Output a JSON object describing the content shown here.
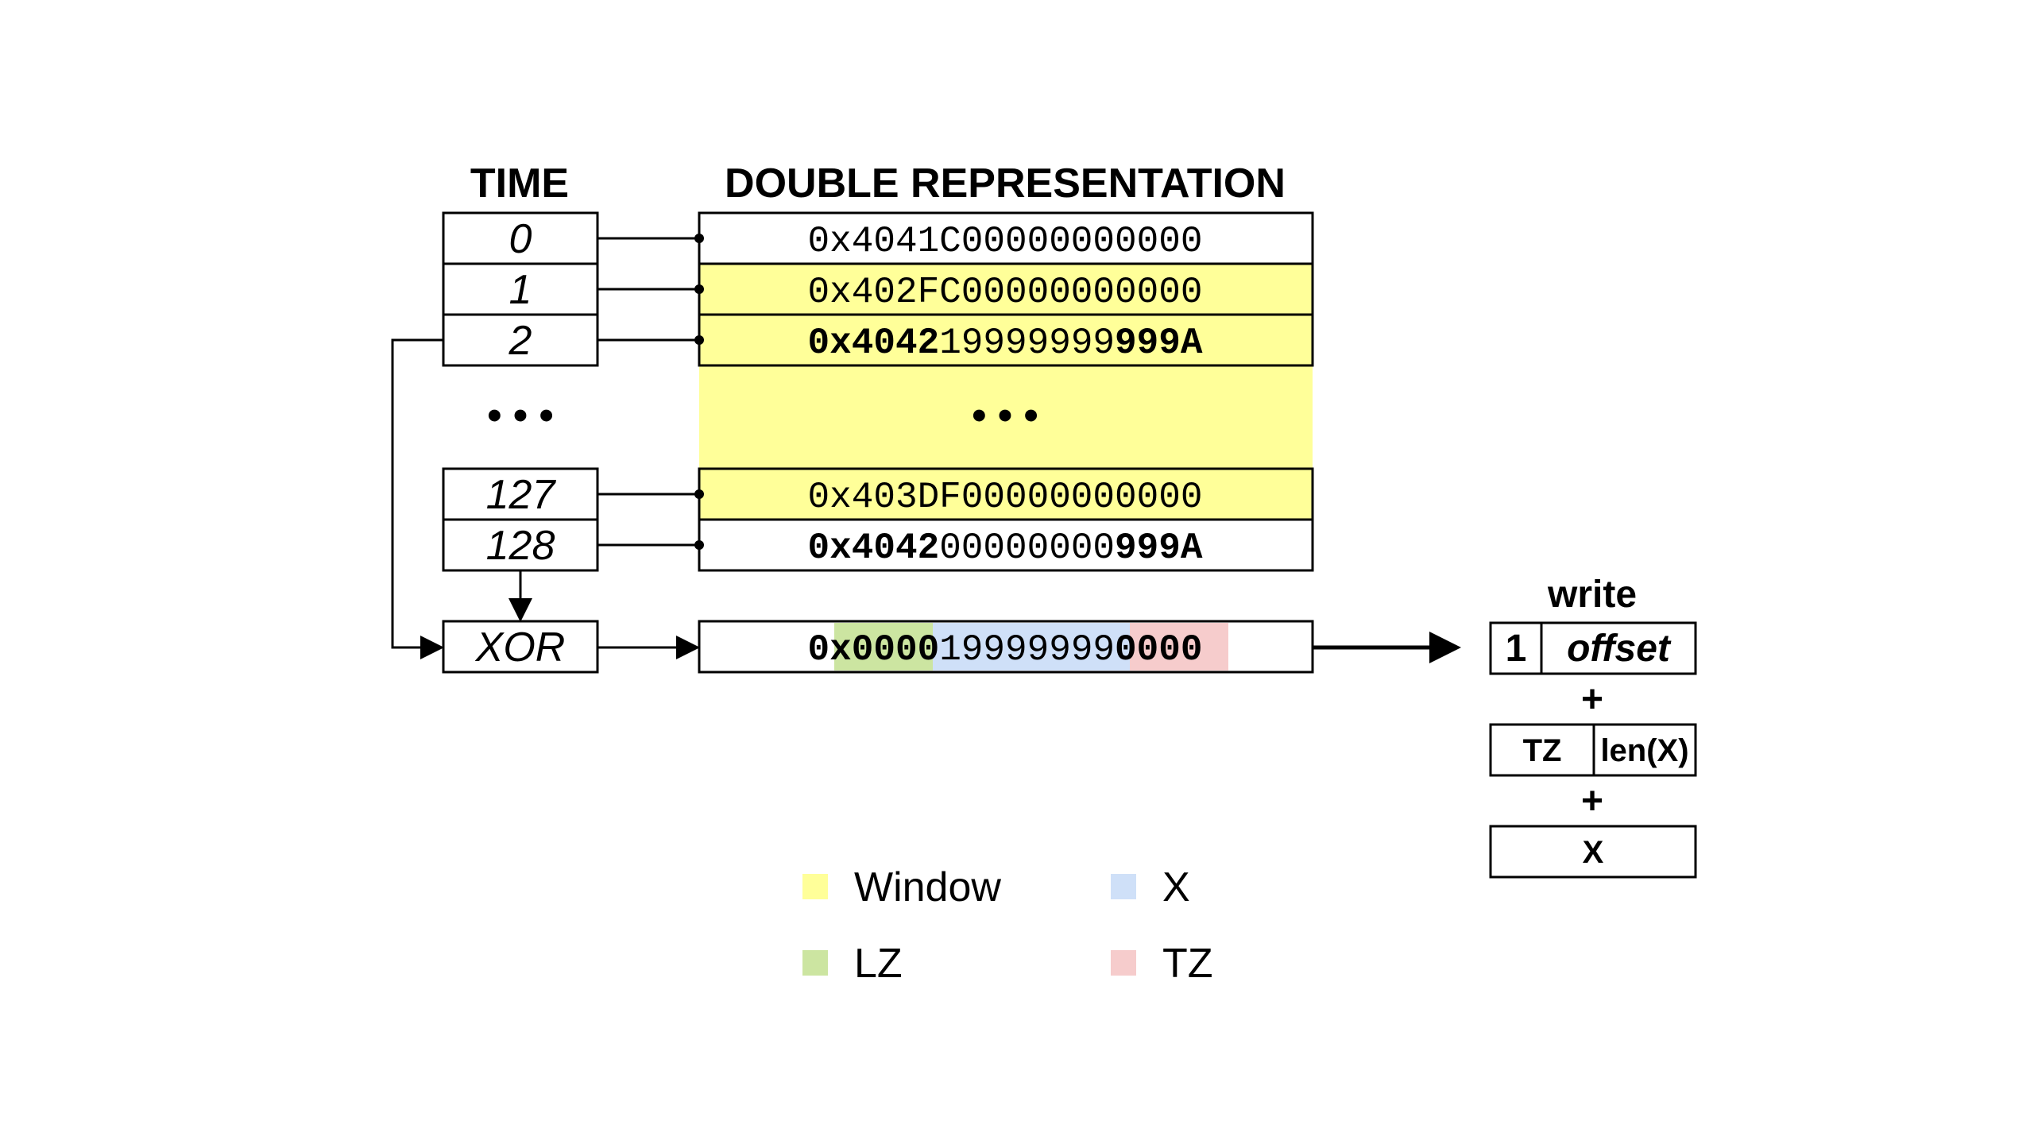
{
  "colors": {
    "window": "#ffff99",
    "lz": "#cce5a1",
    "x": "#cfe0f8",
    "tz": "#f6cccc"
  },
  "headers": {
    "time": "TIME",
    "double": "DOUBLE REPRESENTATION"
  },
  "rows": [
    {
      "time": "0",
      "hex": [
        {
          "t": "0x4041C00000000000",
          "b": false
        }
      ]
    },
    {
      "time": "1",
      "hex": [
        {
          "t": "0x402FC00000000000",
          "b": false
        }
      ]
    },
    {
      "time": "2",
      "hex": [
        {
          "t": "0x4042",
          "b": true
        },
        {
          "t": "19999999",
          "b": false
        },
        {
          "t": "999A",
          "b": true
        }
      ]
    },
    {
      "time": "127",
      "hex": [
        {
          "t": "0x403DF00000000000",
          "b": false
        }
      ]
    },
    {
      "time": "128",
      "hex": [
        {
          "t": "0x4042",
          "b": true
        },
        {
          "t": "00000000",
          "b": false
        },
        {
          "t": "999A",
          "b": true
        }
      ]
    }
  ],
  "ellipsis_time": "• • •",
  "ellipsis_double": "• • •",
  "xor_label": "XOR",
  "xor_result": {
    "prefix": "0x",
    "lz": "0000",
    "x": "19999999",
    "tz": "0000"
  },
  "write": {
    "title": "write",
    "row1": {
      "flag": "1",
      "field": "offset"
    },
    "plus": "+",
    "row2": {
      "tz": "TZ",
      "len": "len(X)"
    },
    "row3": {
      "x": "X"
    }
  },
  "legend": [
    {
      "label": "Window",
      "color_key": "window"
    },
    {
      "label": "X",
      "color_key": "x"
    },
    {
      "label": "LZ",
      "color_key": "lz"
    },
    {
      "label": "TZ",
      "color_key": "tz"
    }
  ]
}
